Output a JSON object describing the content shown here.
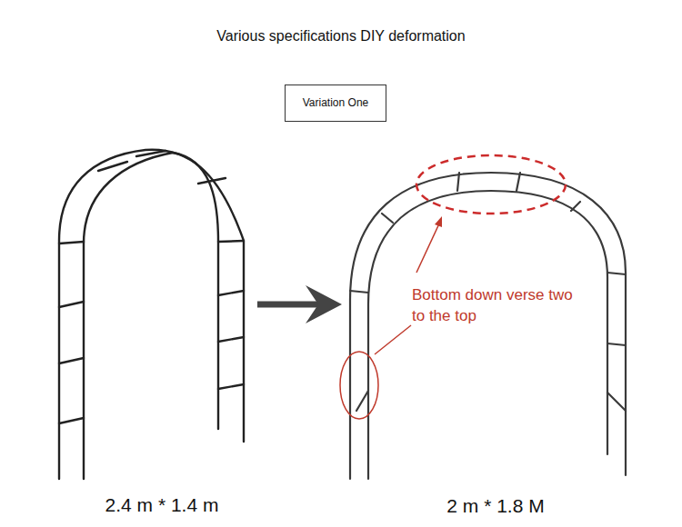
{
  "diagram": {
    "title": "Various specifications DIY deformation",
    "nodes": [
      {
        "text": [
          "Variation One"
        ]
      }
    ],
    "labels": [
      "Bottom down verse two to the top",
      "2.4 m * 1.4 m",
      "2 m * 1.8 M"
    ]
  }
}
